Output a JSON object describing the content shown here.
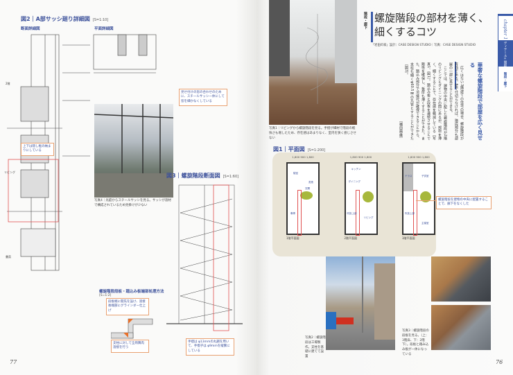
{
  "left_page": {
    "fig2": {
      "title": "図2｜A部サッシ廻り詳細図",
      "scale": "[S=1:10]",
      "section_label": "断面詳細図",
      "plan_label": "平面詳細図"
    },
    "fig2_note1": "見せ付けの窓の合わせのために、スチールサッシ一体にして窓を細かなくしている",
    "fig2_note2": "上下は隠し框の納まりにしている",
    "room_labels": [
      "2階",
      "リビング",
      "書斎"
    ],
    "photo4_caption": "写真4｜光庭からスチールサッシを見る。サッシが溶材で構成されているため見掛けが少ない",
    "fig3": {
      "title": "図3｜螺旋階段断面図",
      "scale": "[S=1:60]"
    },
    "fig3_note": "手摺は φ13mmの丸鋼を用いて、手摺子は φ9mmを縦繁にしている",
    "detail": {
      "title": "螺旋階段段板・踏込み板端部処理方法",
      "scale": "[S=1:2]",
      "note1": "段板端に開先を設け、溶接後端部にグラインダー仕上げ",
      "note2": "支柱に対して全周隅肉溶接を行う"
    },
    "page_number": "77"
  },
  "right_page": {
    "category": "階段・廊下",
    "title_line1": "螺旋階段の部材を薄く、",
    "title_line2": "細くするコツ",
    "credit": "「岩田の家」設計：CASE DESIGN STUDIO｜写真：CASE DESIGN STUDIO",
    "photo1_caption": "写真1｜リビングから螺旋階段を見る。手摺が細材で階段の軽快さも増したため、存在感はあまりなく、室内を狭く感じさせない",
    "side_tab": {
      "chapter": "chapter 1",
      "section": "ディテール×間取り",
      "sub": "階段・廊下",
      "accent": "#3a5aa8"
    },
    "heading": "華奢な螺旋階段で部屋を広く見せる",
    "body": [
      "広くはない3階建ての住宅の場合、螺旋階段が有効である。壁で仕切らなければ、階段部分も部屋の一部に見せることができる。",
      "ここでは、建物の中央に配した螺旋階段が2階のリビングとダイニングの間にあるが、部材を薄く、細くすることで、存在感を軽減している［写真1、図1］。踏込み板と段板を連続させることで剛性を確保し、板厚も薄くすることができた。また、踏込み部分で溶接代が確保できることから、支柱も細くφ60.5㎜の丸管とすることができた［図3］。"
    ],
    "author": "［横田典雄］",
    "fig1": {
      "title": "図1｜平面図",
      "scale": "[S=1:200]",
      "dims": "1,800  900  1,800",
      "plans": [
        {
          "label": "1階平面図",
          "rooms": [
            "寝室",
            "書斎",
            "玄関",
            "車庫"
          ]
        },
        {
          "label": "2階平面図",
          "rooms": [
            "キッチン",
            "ダイニング",
            "吹抜上部",
            "リビング"
          ]
        },
        {
          "label": "3階平面図",
          "rooms": [
            "テラス",
            "子供室",
            "吹抜上部",
            "主寝室"
          ]
        }
      ],
      "note": "螺旋階段を建物の中央に配置することで、廊下をなくした"
    },
    "photo2_caption": "写真2｜螺旋階段は工場製作。支柱を基礎に建てて設置",
    "photo3_caption": "写真3｜螺旋階段の段板を見る。（上：3階床、下：2階下）。段板と踏み込み板が一体になっている",
    "page_number": "76"
  }
}
